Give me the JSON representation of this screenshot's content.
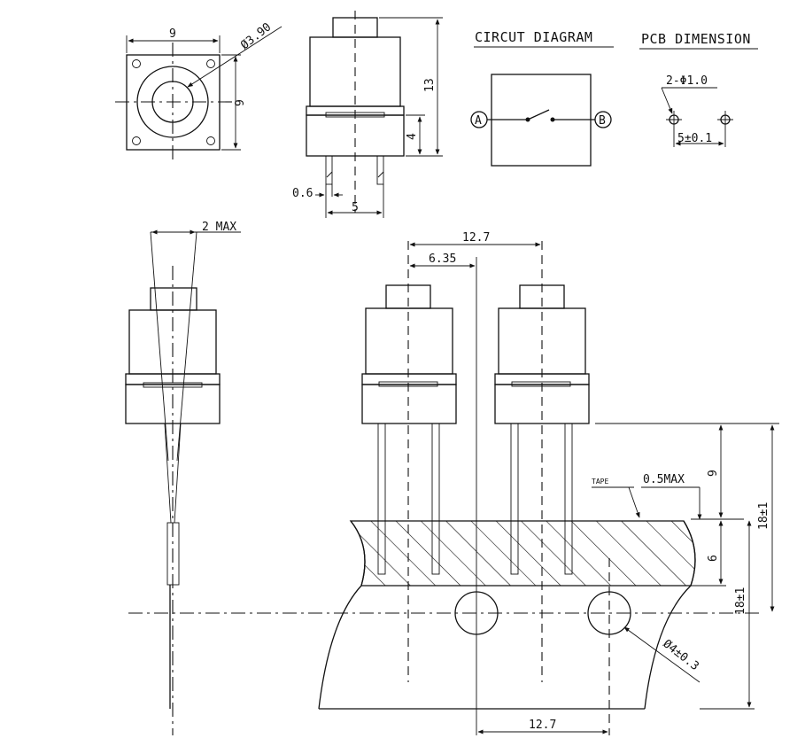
{
  "labels": {
    "circuit_diagram": "CIRCUT DIAGRAM",
    "pcb_dimension": "PCB DIMENSION",
    "hole_spec": "2-Φ1.0",
    "pitch_tol": "5±0.1",
    "terminal_a": "A",
    "terminal_b": "B",
    "top_width": "9",
    "top_height": "9",
    "top_diameter": "Ø3.90",
    "side_height": "13",
    "side_base": "4",
    "pin_width": "0.6",
    "pin_pitch": "5",
    "tilt_max": "2 MAX",
    "tape_pitch": "12.7",
    "half_pitch": "6.35",
    "tape_label": "TAPE",
    "tape_max": "0.5MAX",
    "dim_9": "9",
    "dim_6": "6",
    "dim_18a": "18±1",
    "dim_18b": "18±1",
    "hole_dia": "Ø4±0.3",
    "bottom_pitch": "12.7"
  }
}
